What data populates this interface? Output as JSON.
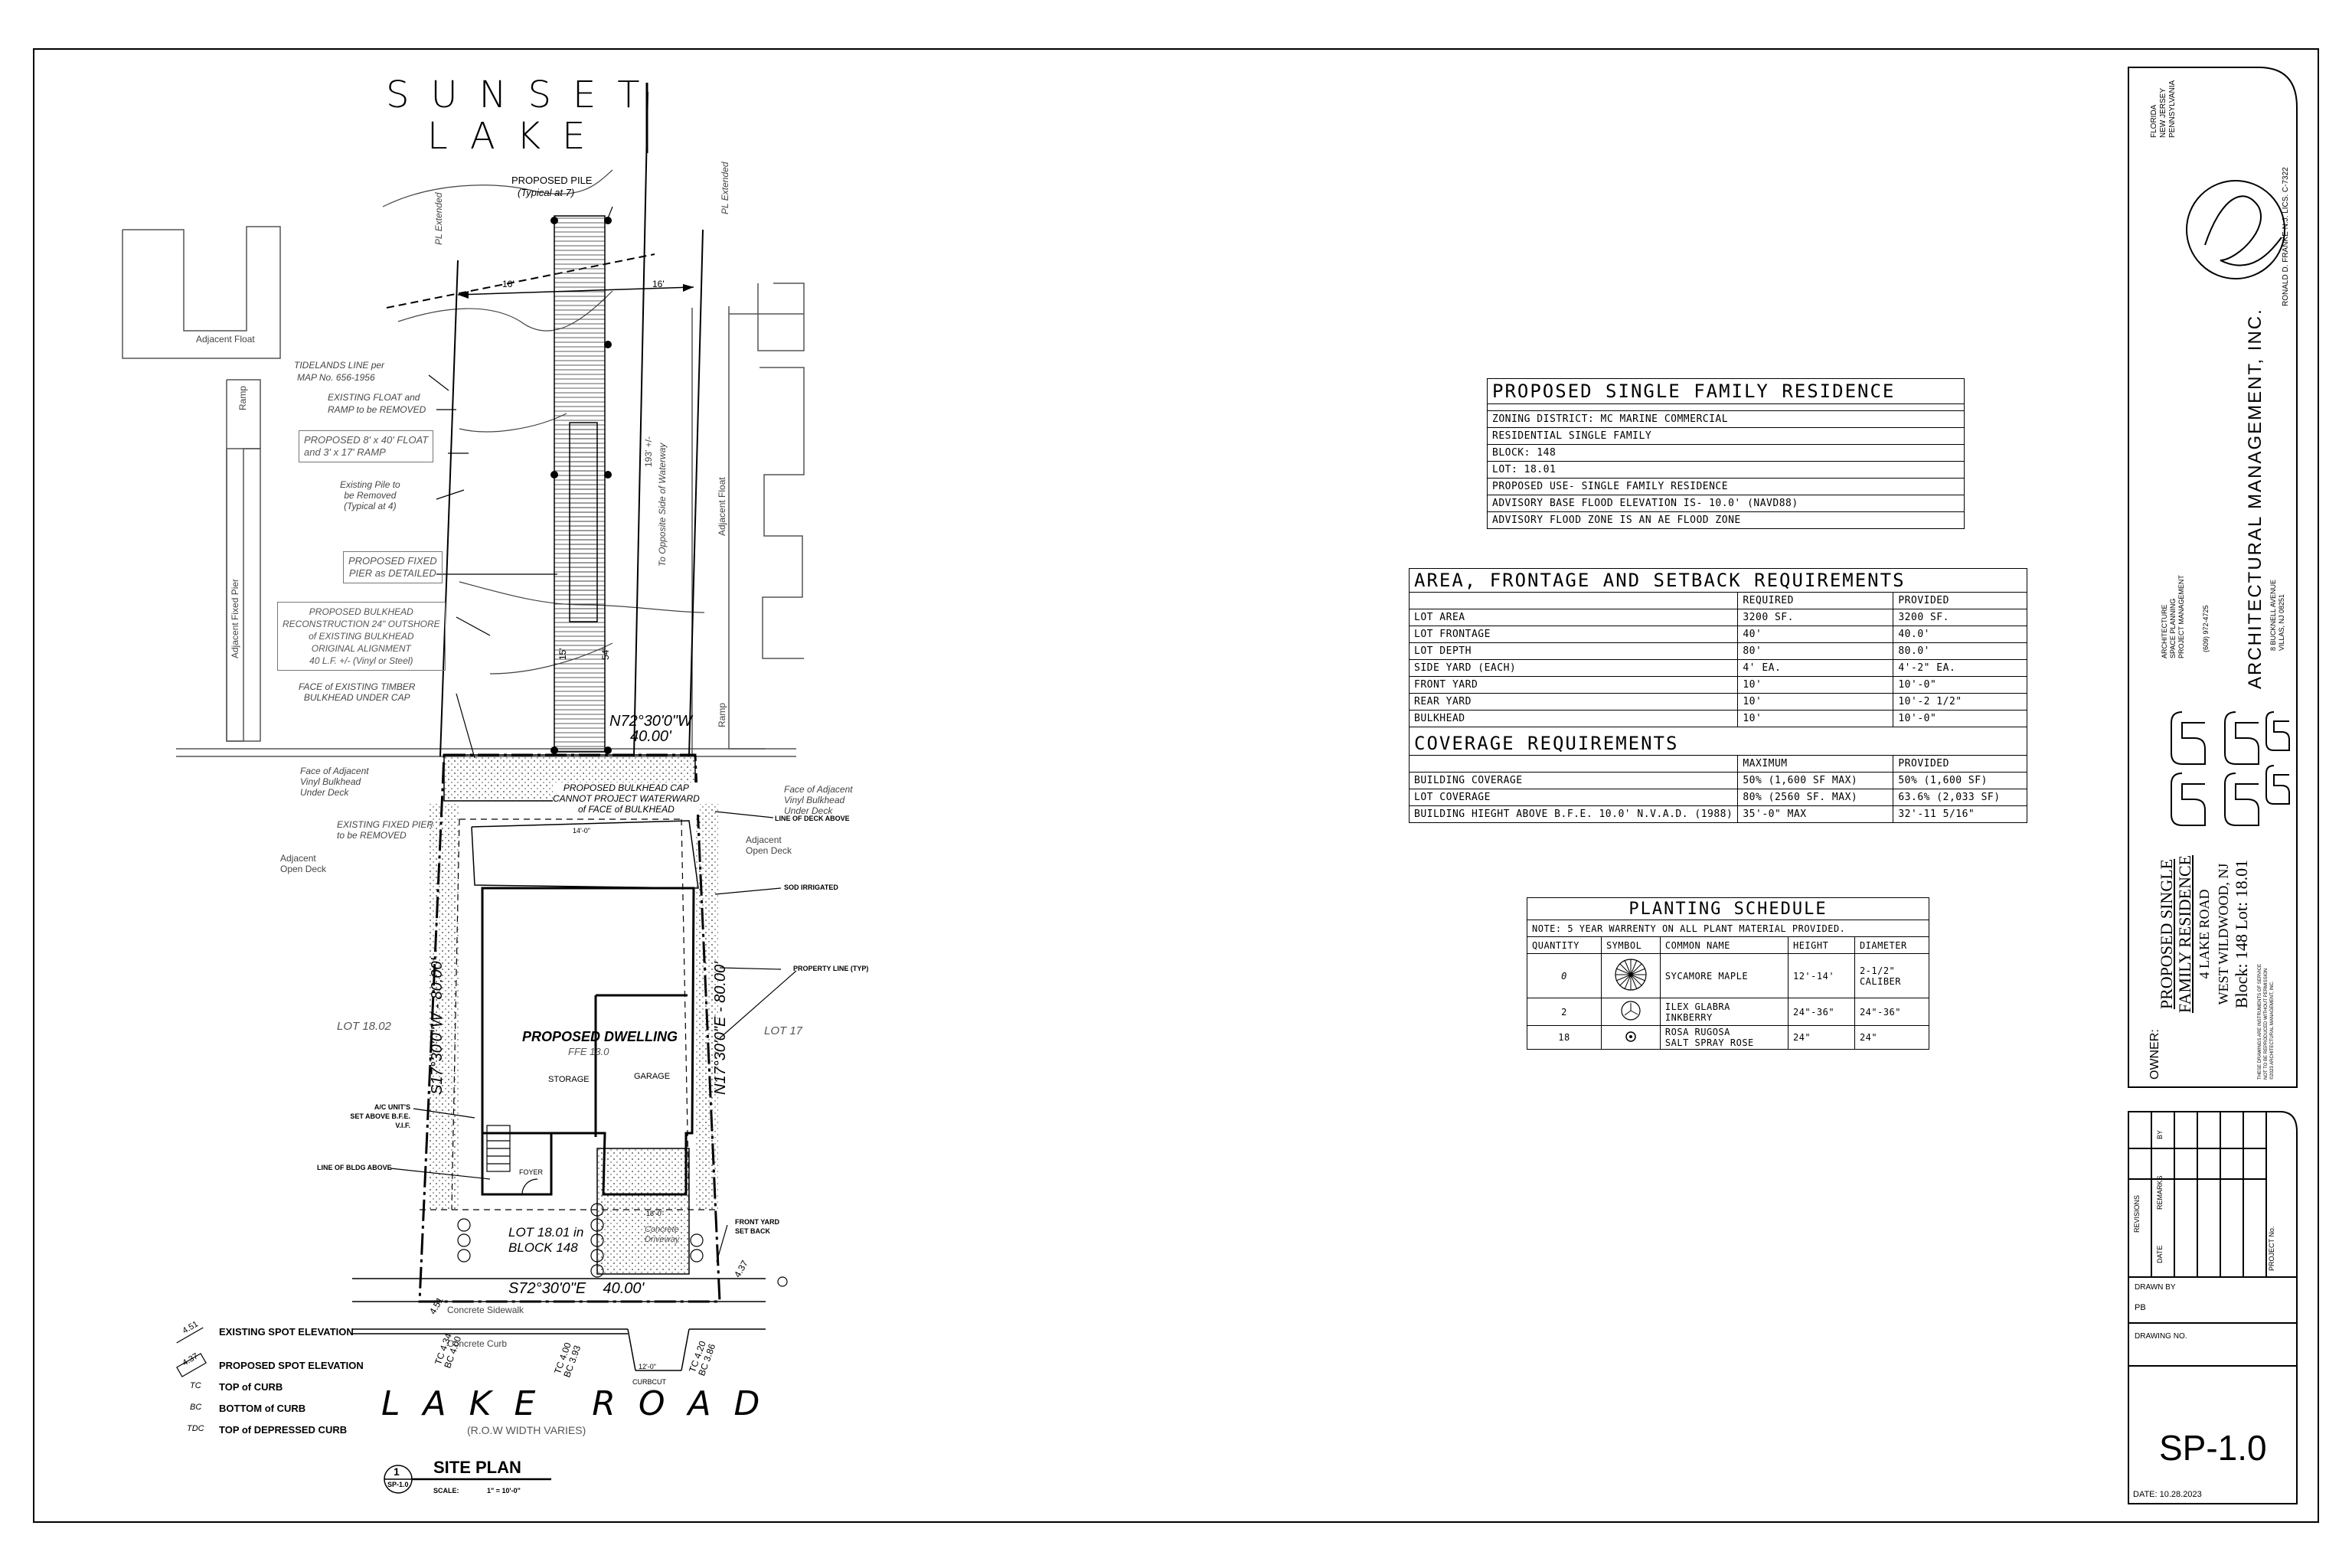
{
  "site": {
    "water_name_1": "SUNSET",
    "water_name_2": "LAKE",
    "street_name": "LAKE ROAD",
    "street_note": "(R.O.W WIDTH VARIES)",
    "notes": {
      "proposed_pile": "PROPOSED PILE",
      "proposed_pile_sub": "(Typical at 7)",
      "tidelands_1": "TIDELANDS LINE per",
      "tidelands_2": "MAP No. 656-1956",
      "existing_float_1": "EXISTING FLOAT and",
      "existing_float_2": "RAMP to be REMOVED",
      "proposed_float_1": "PROPOSED 8' x 40' FLOAT",
      "proposed_float_2": "and 3' x 17' RAMP",
      "existing_pile_1": "Existing Pile to",
      "existing_pile_2": "be Removed",
      "existing_pile_3": "(Typical at 4)",
      "fixed_pier_1": "PROPOSED FIXED",
      "fixed_pier_2": "PIER as DETAILED",
      "bulkhead_1": "PROPOSED BULKHEAD",
      "bulkhead_2": "RECONSTRUCTION 24\" OUTSHORE",
      "bulkhead_3": "of EXISTING BULKHEAD",
      "bulkhead_4": "ORIGINAL ALIGNMENT",
      "bulkhead_5": "40 L.F. +/- (Vinyl or Steel)",
      "timber_1": "FACE of EXISTING TIMBER",
      "timber_2": "BULKHEAD UNDER CAP",
      "adj_vinyl_left_1": "Face of Adjacent",
      "adj_vinyl_left_2": "Vinyl Bulkhead",
      "adj_vinyl_left_3": "Under Deck",
      "existing_fixed_pier_1": "EXISTING FIXED PIER",
      "existing_fixed_pier_2": "to be REMOVED",
      "adj_open_deck_left_1": "Adjacent",
      "adj_open_deck_left_2": "Open Deck",
      "bulkhead_cap_1": "PROPOSED BULKHEAD CAP",
      "bulkhead_cap_2": "CANNOT PROJECT WATERWARD",
      "bulkhead_cap_3": "of FACE of BULKHEAD",
      "adj_vinyl_right_1": "Face of Adjacent",
      "adj_vinyl_right_2": "Vinyl Bulkhead",
      "adj_vinyl_right_3": "Under Deck",
      "line_of_deck": "LINE OF DECK ABOVE",
      "adj_open_deck_right_1": "Adjacent",
      "adj_open_deck_right_2": "Open Deck",
      "sod": "SOD IRRIGATED",
      "property_line": "PROPERTY LINE (TYP)",
      "ac_units_1": "A/C UNIT'S",
      "ac_units_2": "SET ABOVE B.F.E.",
      "ac_units_3": "V.I.F.",
      "line_of_bldg": "LINE OF BLDG ABOVE",
      "front_yard_setback_1": "FRONT YARD",
      "front_yard_setback_2": "SET BACK",
      "concrete_curb": "Concrete Curb",
      "concrete_sidewalk": "Concrete Sidewalk",
      "curbcut": "CURBCUT",
      "adjacent_float_top": "Adjacent Float",
      "ramp_left": "Ramp",
      "adj_fixed_pier": "Adjacent Fixed Pier",
      "adjacent_float_right": "Adjacent Float",
      "ramp_right": "Ramp",
      "waterway": "To Opposite Side of Waterway",
      "waterway_dim": "193' +/-",
      "pl_extended_left": "PL Extended",
      "pl_extended_right": "PL Extended"
    },
    "bearings": {
      "rear": "N72°30'0\"W",
      "rear_len": "40.00'",
      "front": "S72°30'0\"E",
      "front_len": "40.00'",
      "left": "S17°30'0\"W - 80.00'",
      "right": "N17°30'0\"E - 80.00'"
    },
    "dims": {
      "d16_left": "16'",
      "d16_right": "16'",
      "d54": "54'",
      "d15": "15'",
      "d12": "12'-0\"",
      "d14": "14'-0\"",
      "d18": "18'-0\""
    },
    "elevations": {
      "tc1": "TC 4.34",
      "bc1": "BC 4.00",
      "tc2": "TC 4.00",
      "bc2": "BC 3.93",
      "tc3": "TC 4.20",
      "bc3": "BC 3.86",
      "e1": "4.51",
      "e2": "4.37"
    },
    "lots": {
      "left": "LOT 18.02",
      "right": "LOT 17",
      "subject_1": "LOT 18.01 in",
      "subject_2": "BLOCK 148"
    },
    "building": {
      "title": "PROPOSED DWELLING",
      "ffe": "FFE 13.0",
      "storage": "STORAGE",
      "garage": "GARAGE",
      "foyer": "FOYER",
      "concrete_driveway_1": "Concrete",
      "concrete_driveway_2": "Driveway"
    }
  },
  "legend": {
    "items": [
      {
        "sym": "4.51",
        "label": "EXISTING SPOT ELEVATION"
      },
      {
        "sym": "4.37",
        "label": "PROPOSED SPOT ELEVATION"
      },
      {
        "sym": "TC",
        "label": "TOP of CURB"
      },
      {
        "sym": "BC",
        "label": "BOTTOM of CURB"
      },
      {
        "sym": "TDC",
        "label": "TOP of DEPRESSED CURB"
      }
    ]
  },
  "site_plan_label": {
    "number": "1",
    "sheet": "SP-1.0",
    "title": "SITE PLAN",
    "scale_label": "SCALE:",
    "scale": "1\" = 10'-0\""
  },
  "zoning_table": {
    "title": "PROPOSED SINGLE FAMILY RESIDENCE",
    "rows": [
      "ZONING DISTRICT: MC MARINE COMMERCIAL",
      "RESIDENTIAL SINGLE FAMILY",
      "BLOCK: 148",
      "LOT: 18.01",
      "PROPOSED USE- SINGLE FAMILY RESIDENCE",
      "ADVISORY BASE FLOOD ELEVATION IS- 10.0' (NAVD88)",
      "ADVISORY FLOOD ZONE IS AN AE FLOOD ZONE"
    ]
  },
  "setback_table": {
    "title": "AREA, FRONTAGE AND SETBACK REQUIREMENTS",
    "headers": [
      "",
      "REQUIRED",
      "PROVIDED"
    ],
    "rows": [
      [
        "LOT AREA",
        "3200 SF.",
        "3200 SF."
      ],
      [
        "LOT FRONTAGE",
        "40'",
        "40.0'"
      ],
      [
        "LOT DEPTH",
        "80'",
        "80.0'"
      ],
      [
        "SIDE YARD (EACH)",
        "4' EA.",
        "4'-2\" EA."
      ],
      [
        "FRONT YARD",
        "10'",
        "10'-0\""
      ],
      [
        "REAR YARD",
        "10'",
        "10'-2 1/2\""
      ],
      [
        "BULKHEAD",
        "10'",
        "10'-0\""
      ]
    ],
    "cov_title": "COVERAGE REQUIREMENTS",
    "cov_headers": [
      "",
      "MAXIMUM",
      "PROVIDED"
    ],
    "cov_rows": [
      [
        "BUILDING COVERAGE",
        "50% (1,600 SF MAX)",
        "50% (1,600 SF)"
      ],
      [
        "LOT COVERAGE",
        "80% (2560 SF. MAX)",
        "63.6% (2,033 SF)"
      ],
      [
        "BUILDING HIEGHT ABOVE B.F.E. 10.0' N.V.A.D. (1988)",
        "35'-0\" MAX",
        "32'-11 5/16\""
      ]
    ]
  },
  "planting_table": {
    "title": "PLANTING SCHEDULE",
    "note": "NOTE: 5 YEAR WARRENTY ON ALL PLANT MATERIAL PROVIDED.",
    "headers": [
      "QUANTITY",
      "SYMBOL",
      "COMMON NAME",
      "HEIGHT",
      "DIAMETER"
    ],
    "rows": [
      {
        "qty": "0",
        "name_1": "SYCAMORE MAPLE",
        "name_2": "",
        "height": "12'-14'",
        "dia_1": "2-1/2\"",
        "dia_2": "CALIBER"
      },
      {
        "qty": "2",
        "name_1": "ILEX GLABRA",
        "name_2": "INKBERRY",
        "height": "24\"-36\"",
        "dia_1": "24\"-36\"",
        "dia_2": ""
      },
      {
        "qty": "18",
        "name_1": "ROSA RUGOSA",
        "name_2": "SALT SPRAY ROSE",
        "height": "24\"",
        "dia_1": "24\"",
        "dia_2": ""
      }
    ]
  },
  "title_block": {
    "states_1": "FLORIDA",
    "states_2": "NEW JERSEY",
    "states_3": "PENNSYLVANIA",
    "signer": "RONALD D. FRANKE N.J. LICS. C-7322",
    "services_1": "ARCHITECTURE",
    "services_2": "SPACE PLANNING",
    "services_3": "PROJECT MANAGEMENT",
    "phone": "(609) 972-4725",
    "firm": "ARCHITECTURAL MANAGEMENT, INC.",
    "address_1": "8 BUCKNELL AVENUE",
    "address_2": "VILLAS, NJ 08251",
    "project_1": "PROPOSED SINGLE",
    "project_2": "FAMILY RESIDENCE",
    "project_3": "4 LAKE ROAD",
    "project_4": "WEST WILDWOOD, NJ",
    "project_5": "Block: 148 Lot: 18.01",
    "owner_label": "OWNER:",
    "copyright_1": "THESE DRAWINGS ARE INSTRUMENTS OF SERVICE",
    "copyright_2": "NOT TO BE REPRODUCED WITHOUT PERMISSION",
    "copyright_3": "©2023 ARCHITECTURAL MANAGEMENT, INC.",
    "revisions_label": "REVISIONS",
    "rev_date": "DATE",
    "rev_remarks": "REMARKS",
    "rev_by": "BY",
    "project_no": "PROJECT No.",
    "drawn_by_label": "DRAWN BY",
    "drawn_by": "PB",
    "drawing_no_label": "DRAWING NO.",
    "sheet_number": "SP-1.0",
    "date": "DATE: 10.28.2023"
  }
}
